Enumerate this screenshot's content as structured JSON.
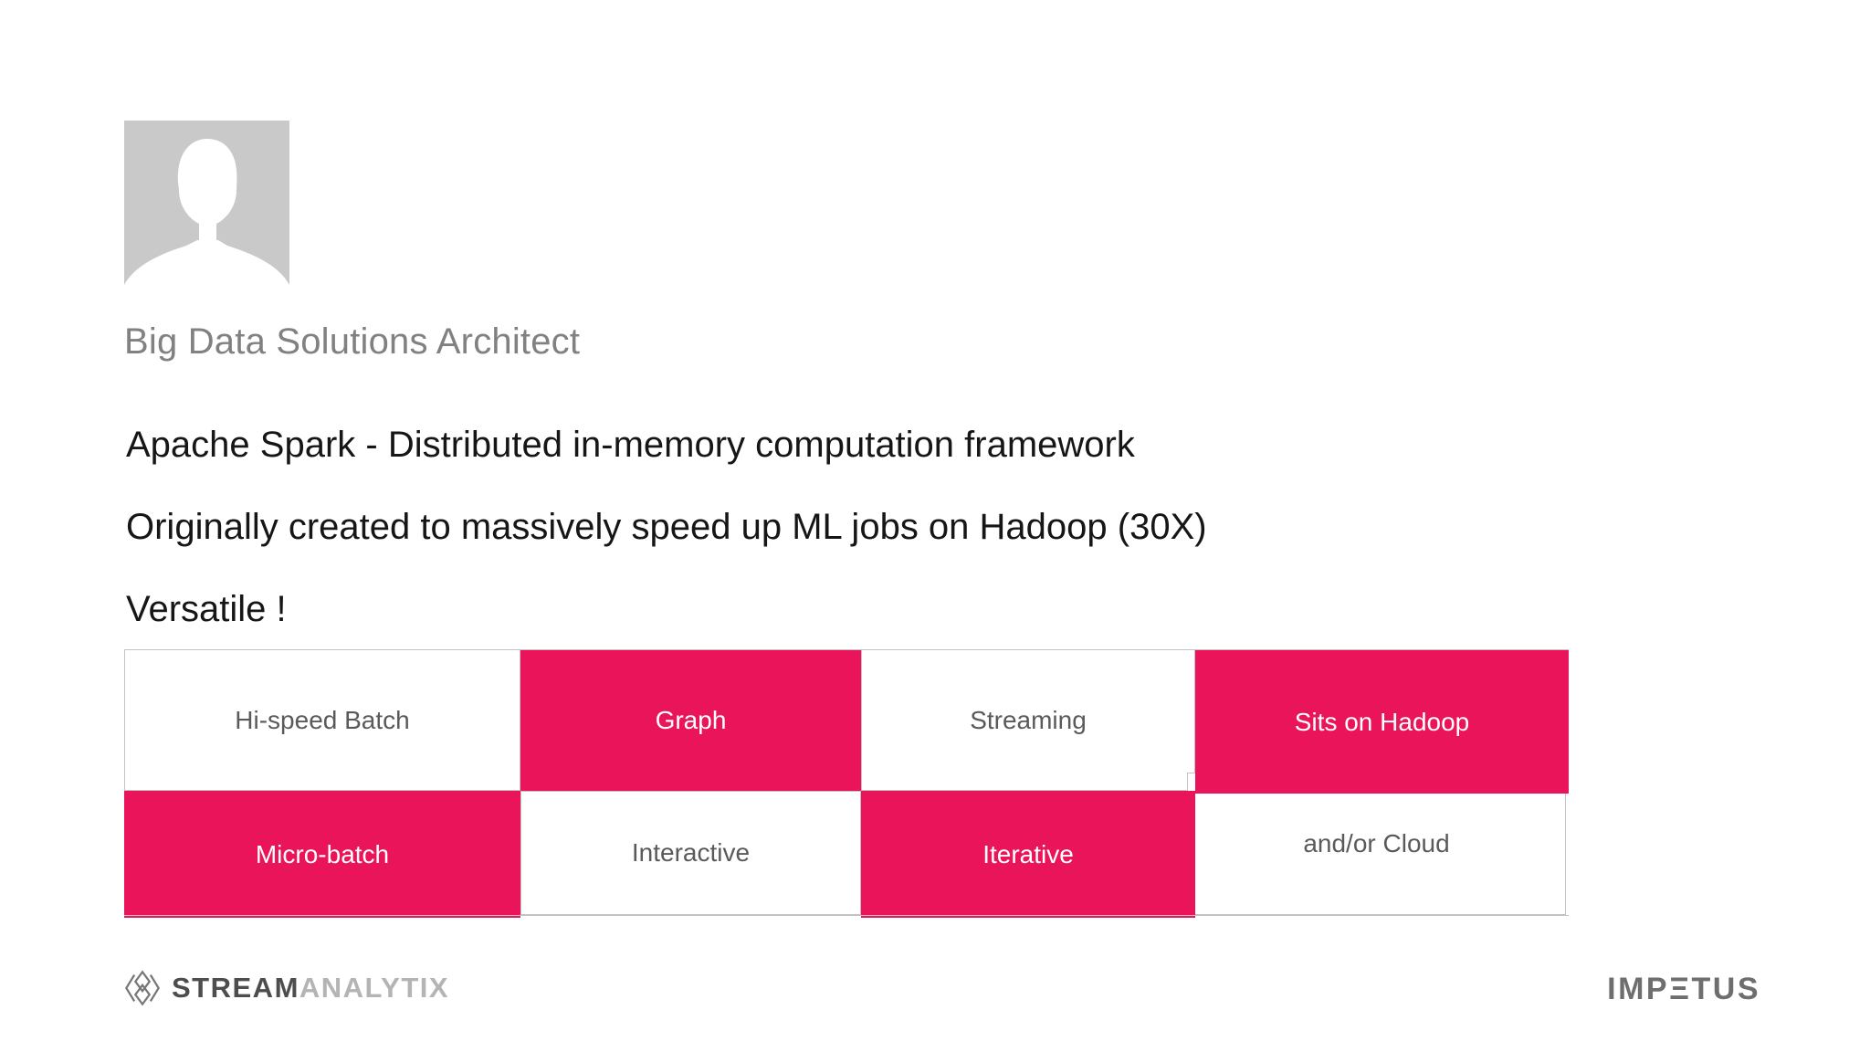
{
  "profile": {
    "role": "Big Data Solutions Architect"
  },
  "bullets": [
    "Apache Spark - Distributed in-memory computation framework",
    "Originally created to massively speed up ML jobs on Hadoop (30X)",
    "Versatile !"
  ],
  "grid": {
    "rows": [
      [
        {
          "label": "Hi-speed Batch",
          "variant": "white"
        },
        {
          "label": "Graph",
          "variant": "pink"
        },
        {
          "label": "Streaming",
          "variant": "white"
        },
        {
          "label": "Sits on Hadoop",
          "variant": "pink"
        }
      ],
      [
        {
          "label": "Micro-batch",
          "variant": "pink"
        },
        {
          "label": "Interactive",
          "variant": "white"
        },
        {
          "label": "Iterative",
          "variant": "pink"
        },
        {
          "label": "and/or Cloud",
          "variant": "white"
        }
      ]
    ]
  },
  "footer": {
    "streamanalytix": {
      "part1": "STREAM",
      "part2": "ANALYTIX"
    },
    "impetus": {
      "pre": "IMP",
      "e": "Ξ",
      "post": "TUS"
    }
  },
  "icons": {
    "avatar": "person-silhouette-icon",
    "streamanalytix": "diamonds-chevrons-icon"
  },
  "colors": {
    "accent_pink": "#e9145a",
    "cell_text_gray": "#5a5a5a",
    "border_gray": "#c3c3c3",
    "role_gray": "#818181",
    "heading_black": "#161616",
    "avatar_gray": "#cac9c9",
    "logo_dark_gray": "#4d4d4d",
    "logo_light_gray": "#b4b4b4",
    "impetus_gray": "#6e6e6e"
  }
}
